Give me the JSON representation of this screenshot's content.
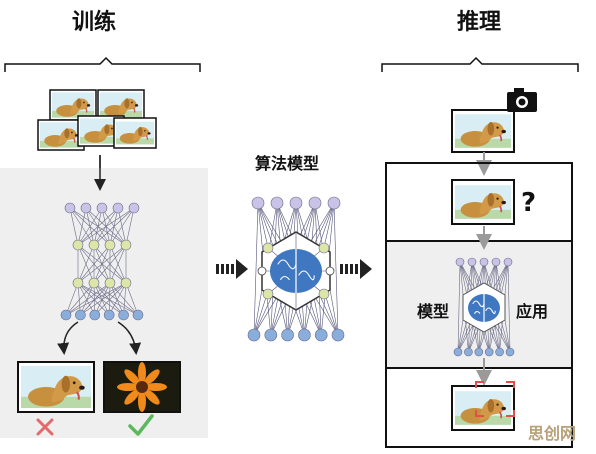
{
  "training": {
    "title": "训练"
  },
  "inference": {
    "title": "推理",
    "question_mark": "?"
  },
  "algorithm": {
    "title": "算法模型"
  },
  "application": {
    "left_label": "模型",
    "right_label": "应用"
  },
  "watermark": {
    "text": "思创网"
  },
  "colors": {
    "node_purple": "#c9c3e8",
    "node_green": "#dde6a8",
    "node_blue": "#8aaedc",
    "brain_blue": "#3f78c0",
    "panel_gray": "#efefef",
    "dog_fur": "#c7903e",
    "sky": "#d9eef4",
    "flower_orange": "#f08a1a",
    "wrong_red": "#e26a6a",
    "right_green": "#5cb85c",
    "focus_red": "#e0504a"
  },
  "icons": [
    "camera-icon",
    "wrong-cross-icon",
    "correct-check-icon",
    "brain-icon",
    "arrow-icon"
  ]
}
